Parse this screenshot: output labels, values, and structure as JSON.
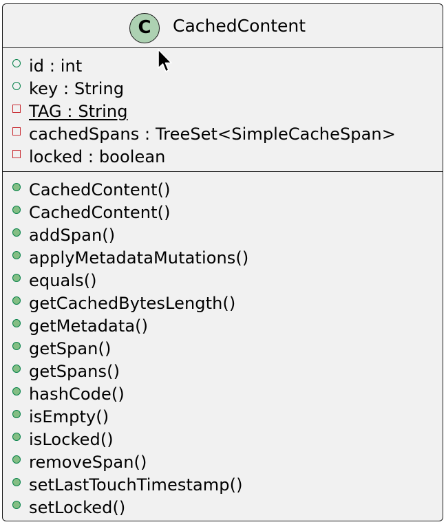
{
  "class": {
    "stereotype_letter": "C",
    "name": "CachedContent"
  },
  "fields": [
    {
      "visibility": "public",
      "text": "id : int",
      "static": false
    },
    {
      "visibility": "public",
      "text": "key : String",
      "static": false
    },
    {
      "visibility": "private",
      "text": "TAG : String",
      "static": true
    },
    {
      "visibility": "private",
      "text": "cachedSpans : TreeSet<SimpleCacheSpan>",
      "static": false
    },
    {
      "visibility": "private",
      "text": "locked : boolean",
      "static": false
    }
  ],
  "methods": [
    {
      "visibility": "public",
      "text": "CachedContent()"
    },
    {
      "visibility": "public",
      "text": "CachedContent()"
    },
    {
      "visibility": "public",
      "text": "addSpan()"
    },
    {
      "visibility": "public",
      "text": "applyMetadataMutations()"
    },
    {
      "visibility": "public",
      "text": "equals()"
    },
    {
      "visibility": "public",
      "text": "getCachedBytesLength()"
    },
    {
      "visibility": "public",
      "text": "getMetadata()"
    },
    {
      "visibility": "public",
      "text": "getSpan()"
    },
    {
      "visibility": "public",
      "text": "getSpans()"
    },
    {
      "visibility": "public",
      "text": "hashCode()"
    },
    {
      "visibility": "public",
      "text": "isEmpty()"
    },
    {
      "visibility": "public",
      "text": "isLocked()"
    },
    {
      "visibility": "public",
      "text": "removeSpan()"
    },
    {
      "visibility": "public",
      "text": "setLastTouchTimestamp()"
    },
    {
      "visibility": "public",
      "text": "setLocked()"
    }
  ],
  "colors": {
    "class_fill": "#f1f1f1",
    "border": "#181818",
    "class_icon_fill": "#add1b2",
    "public_marker": "#038048",
    "public_method_fill": "#84be84",
    "private_marker": "#c82930"
  },
  "icons": {
    "class_icon": "class-circle-icon",
    "cursor": "mouse-pointer-icon"
  }
}
